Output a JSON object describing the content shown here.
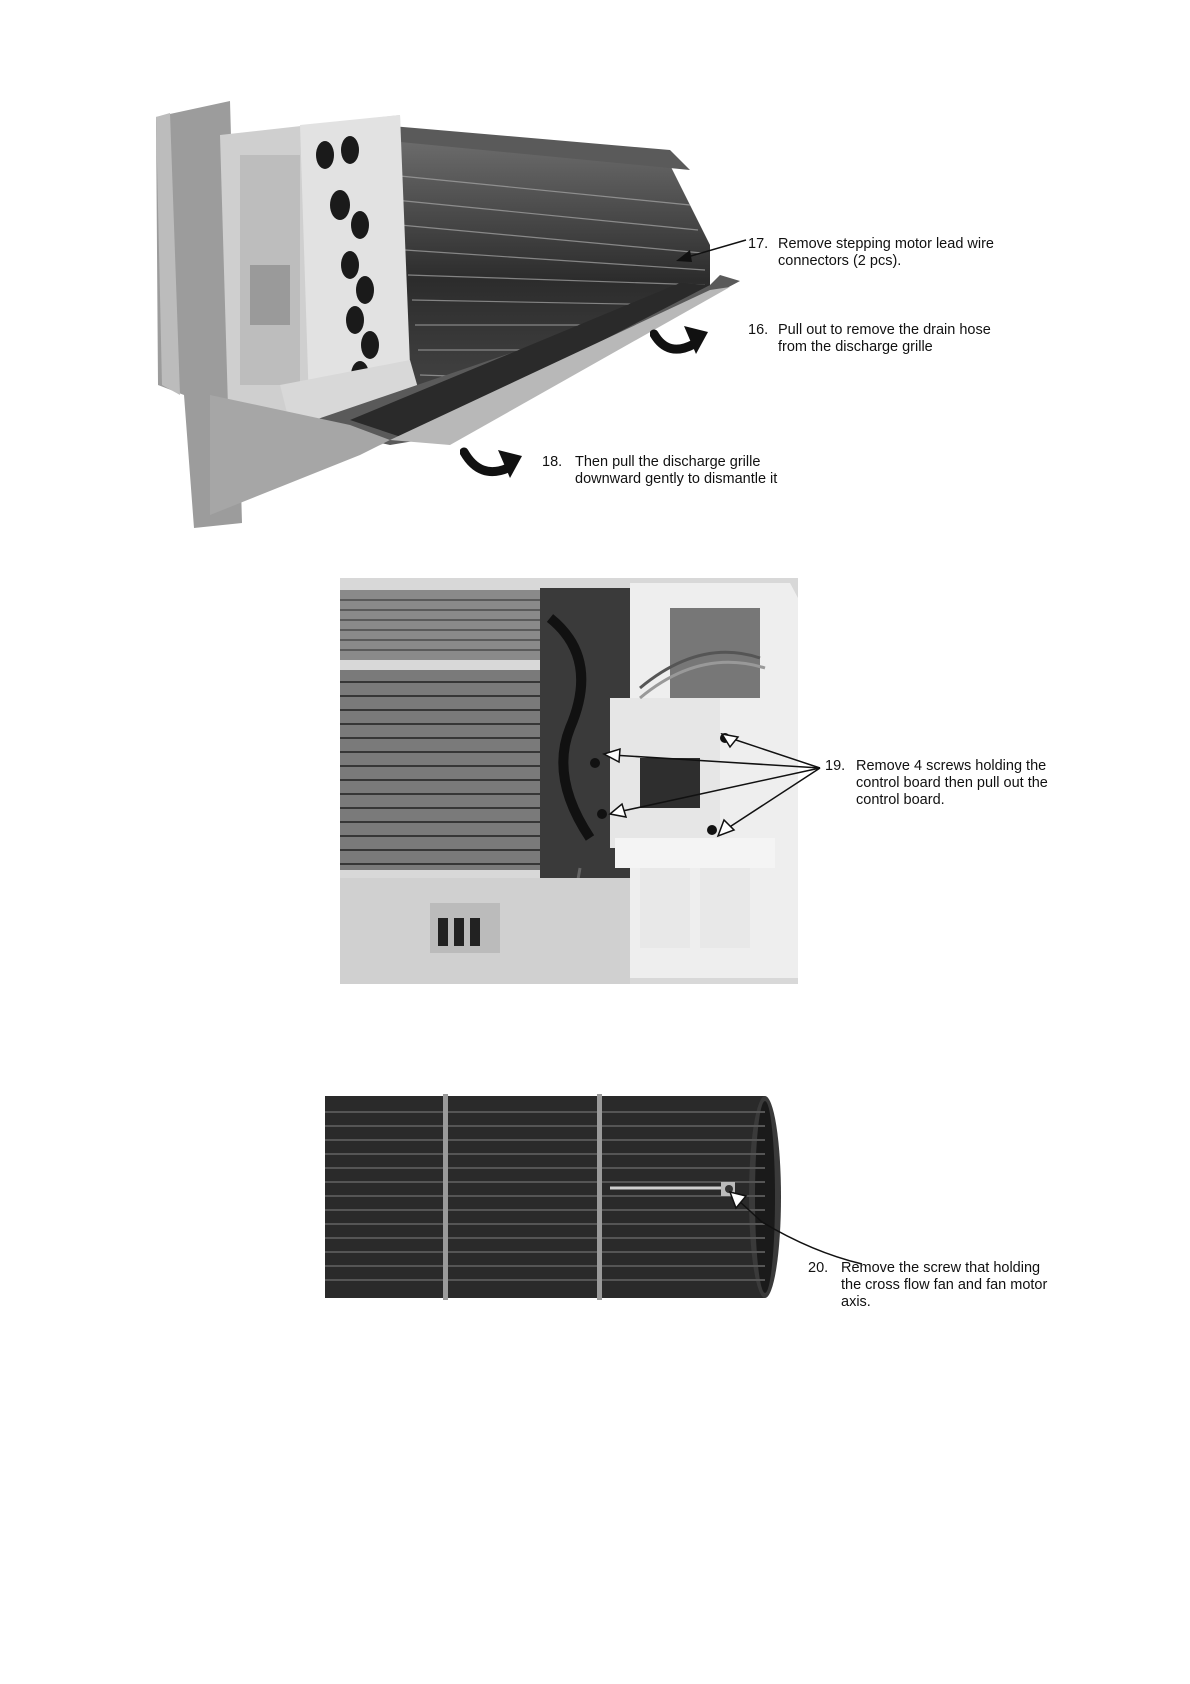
{
  "steps": [
    {
      "number": "17.",
      "line1": "Remove stepping motor lead wire",
      "line2": "connectors (2 pcs)."
    },
    {
      "number": "16.",
      "line1": "Pull out to remove the drain hose",
      "line2": "from the discharge grille"
    },
    {
      "number": "18.",
      "line1": "Then pull the discharge grille",
      "line2": "downward gently to dismantle it"
    },
    {
      "number": "19.",
      "line1": "Remove 4 screws holding the",
      "line2": "control board then pull out the",
      "line3": "control board."
    },
    {
      "number": "20.",
      "line1": "Remove the screw that holding",
      "line2": "the cross flow fan and fan motor",
      "line3": "axis."
    }
  ],
  "photos": [
    {
      "name": "indoor-unit-discharge-grille-photo"
    },
    {
      "name": "control-board-photo"
    },
    {
      "name": "cross-flow-fan-photo"
    }
  ]
}
